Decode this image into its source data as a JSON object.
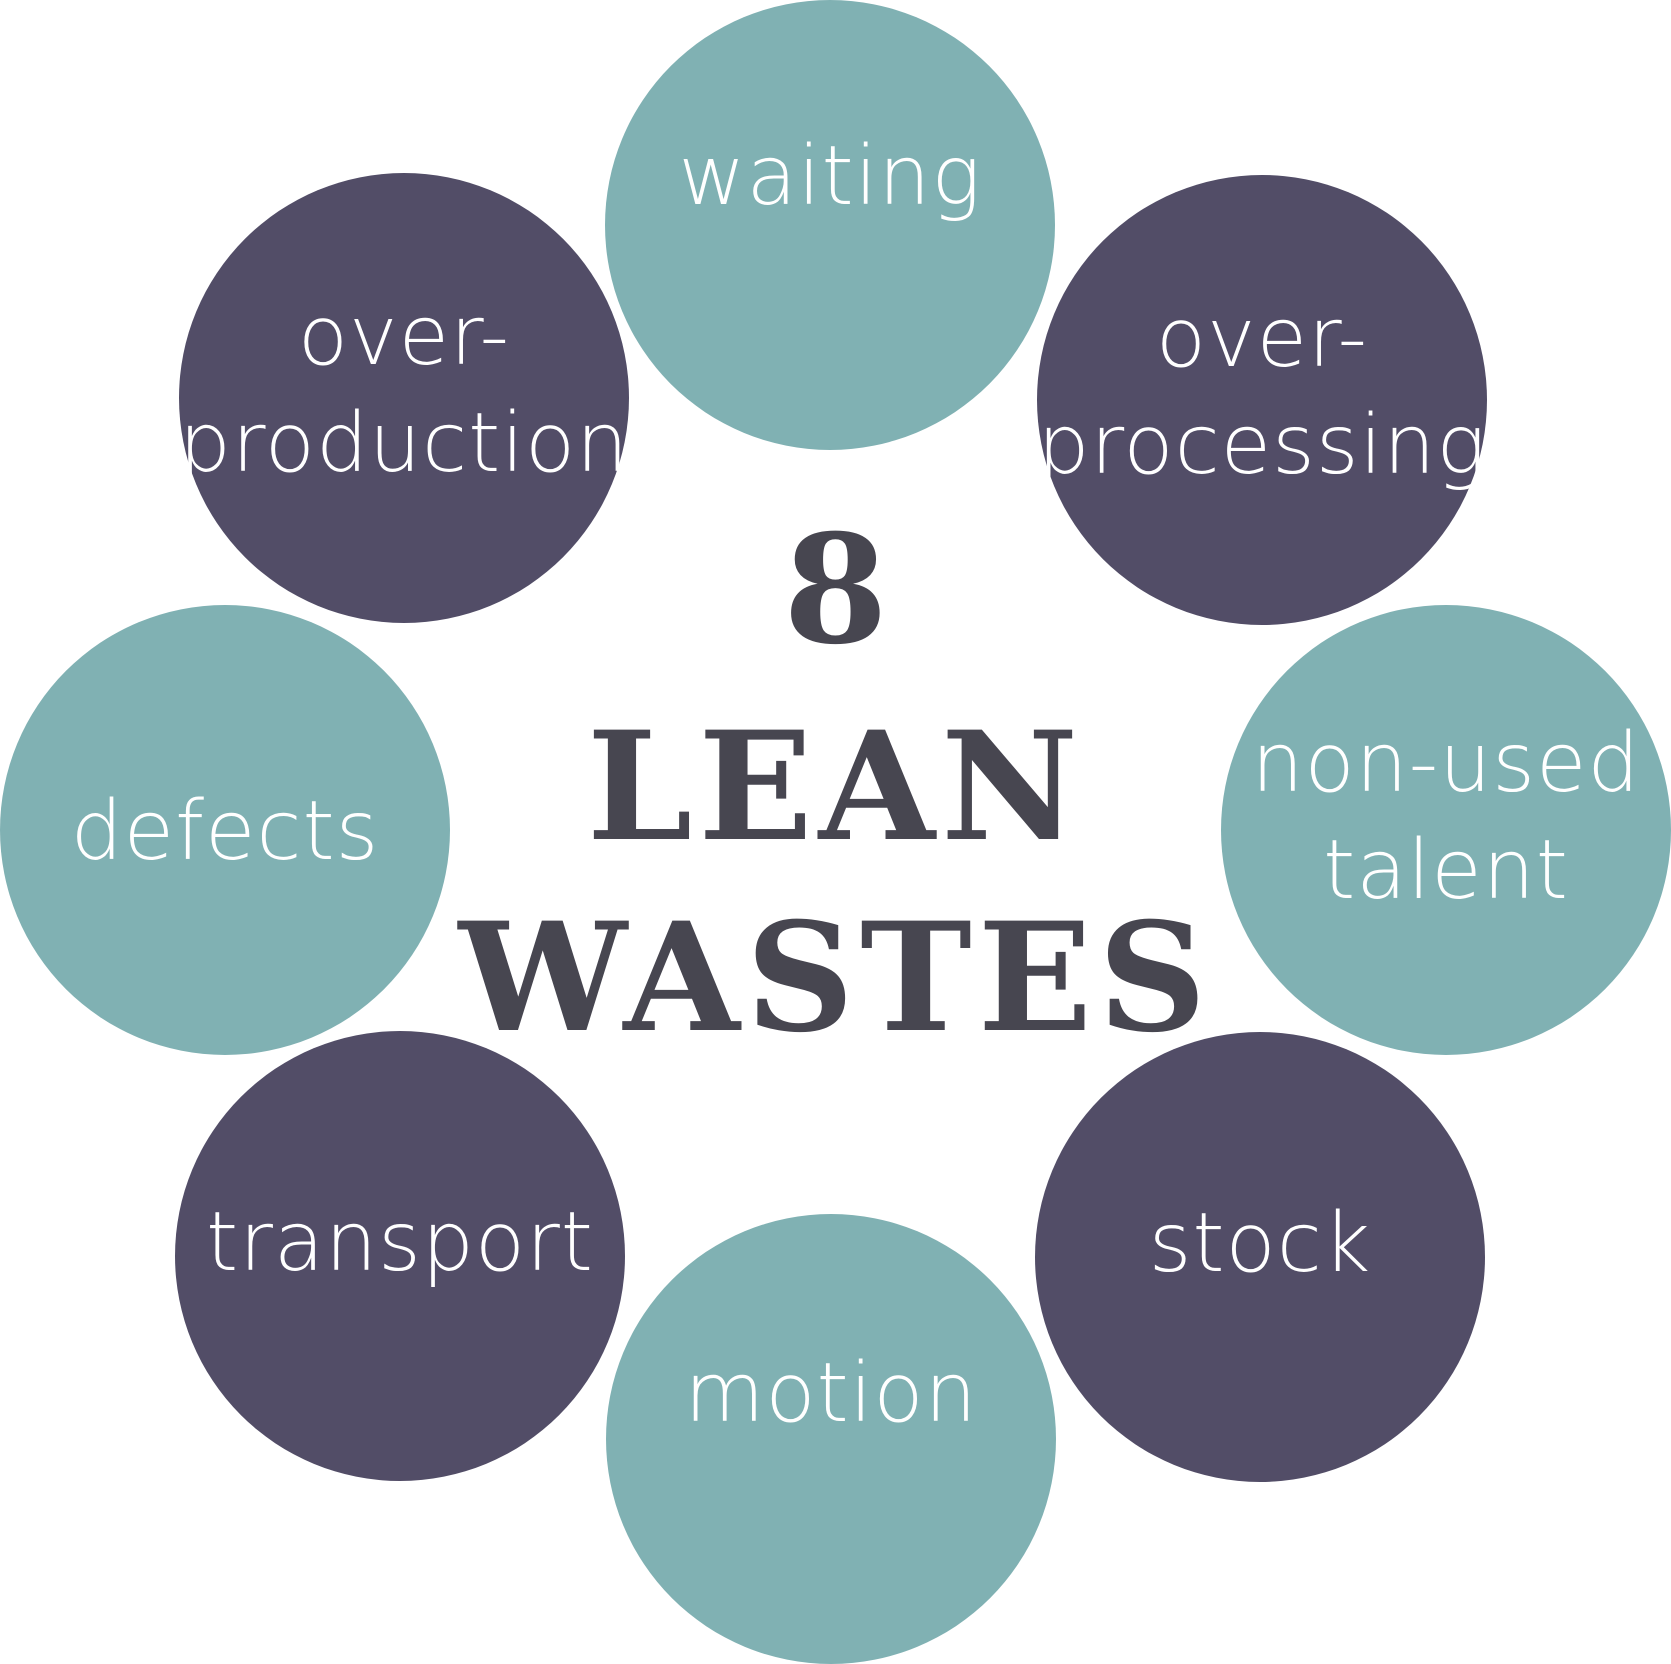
{
  "title": {
    "number": "8",
    "line1": "LEAN",
    "line2": "WASTES"
  },
  "wastes": [
    {
      "id": "waiting",
      "lines": [
        "waiting"
      ],
      "color": "#80b1b3"
    },
    {
      "id": "over-processing",
      "lines": [
        "over-",
        "processing"
      ],
      "color": "#524d67"
    },
    {
      "id": "non-used-talent",
      "lines": [
        "non-used",
        "talent"
      ],
      "color": "#80b1b3"
    },
    {
      "id": "stock",
      "lines": [
        "stock"
      ],
      "color": "#524d67"
    },
    {
      "id": "motion",
      "lines": [
        "motion"
      ],
      "color": "#80b1b3"
    },
    {
      "id": "transport",
      "lines": [
        "transport"
      ],
      "color": "#524d67"
    },
    {
      "id": "defects",
      "lines": [
        "defects"
      ],
      "color": "#80b1b3"
    },
    {
      "id": "over-production",
      "lines": [
        "over-",
        "production"
      ],
      "color": "#524d67"
    }
  ],
  "colors": {
    "teal": "#80b1b3",
    "purple": "#524d67",
    "title": "#474650"
  }
}
